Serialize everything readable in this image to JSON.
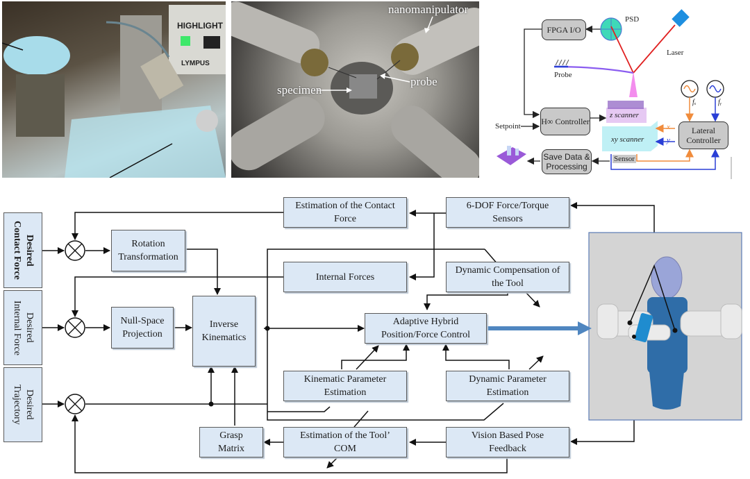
{
  "photo_left": {
    "description": "Micromanipulation setup photograph",
    "texts": [
      "HIGHLIGHT",
      "LYMPUS"
    ]
  },
  "photo_middle": {
    "labels": {
      "nanomanipulator": "nanomanipulator",
      "probe": "probe",
      "specimen": "specimen"
    }
  },
  "afm_diagram": {
    "fpga": "FPGA I/O",
    "psd": "PSD",
    "laser": "Laser",
    "probe": "Probe",
    "hinf_controller": "H∞ Controller",
    "setpoint": "Setpoint",
    "z_scanner": "z scanner",
    "xy_scanner": "xy scanner",
    "lateral_controller_line1": "Lateral",
    "lateral_controller_line2": "Controller",
    "save_line1": "Save Data &",
    "save_line2": "Processing",
    "sensor": "Sensor",
    "x": "x",
    "y": "y",
    "fx": "fₓ",
    "fy": "fᵧ",
    "colors": {
      "orange": "#f08c3c",
      "blue": "#2a3fd6",
      "laser": "#e02020",
      "psd": "#3fd9b8",
      "probe": "#8a5cf0"
    }
  },
  "control_diagram": {
    "inputs": [
      {
        "id": "desired-contact-force",
        "label": "Desired Contact Force",
        "line1": "Desired",
        "line2": "Contact Force"
      },
      {
        "id": "desired-internal-force",
        "label": "Desired Internal Force",
        "line1": "Desired",
        "line2": "Internal Force"
      },
      {
        "id": "desired-trajectory",
        "label": "Desired Trajectory",
        "line1": "Desired",
        "line2": "Trajectory"
      }
    ],
    "blocks": {
      "rotation": {
        "line1": "Rotation",
        "line2": "Transformation"
      },
      "nullspace": {
        "line1": "Null-Space",
        "line2": "Projection"
      },
      "inverse_kin": {
        "line1": "Inverse",
        "line2": "Kinematics"
      },
      "est_contact": {
        "line1": "Estimation of the Contact",
        "line2": "Force"
      },
      "sensors": {
        "line1": "6-DOF Force/Torque",
        "line2": "Sensors"
      },
      "internal": {
        "line1": "Internal Forces"
      },
      "dyn_comp": {
        "line1": "Dynamic Compensation of",
        "line2": "the Tool"
      },
      "adaptive": {
        "line1": "Adaptive Hybrid",
        "line2": "Position/Force Control"
      },
      "kin_param": {
        "line1": "Kinematic Parameter",
        "line2": "Estimation"
      },
      "dyn_param": {
        "line1": "Dynamic Parameter",
        "line2": "Estimation"
      },
      "grasp": {
        "line1": "Grasp",
        "line2": "Matrix"
      },
      "est_com": {
        "line1": "Estimation of the Tool’",
        "line2": "COM"
      },
      "vision": {
        "line1": "Vision Based Pose",
        "line2": "Feedback"
      }
    },
    "colors": {
      "block_fill": "#dce8f5",
      "output_arrow": "#4f86c0",
      "robot_bg": "#d4d4d4"
    }
  }
}
